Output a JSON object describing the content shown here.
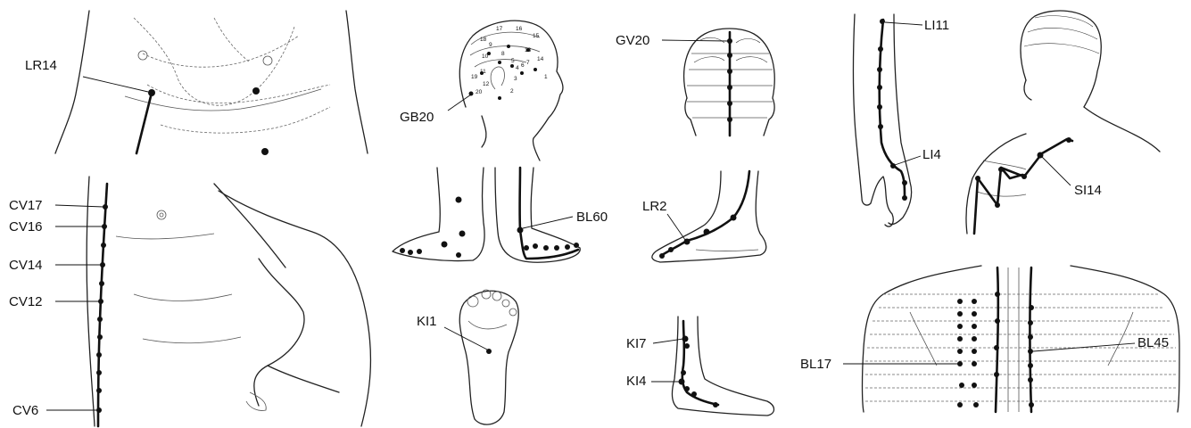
{
  "labels": {
    "lr14": "LR14",
    "cv17": "CV17",
    "cv16": "CV16",
    "cv14": "CV14",
    "cv12": "CV12",
    "cv6": "CV6",
    "gb20": "GB20",
    "gv20": "GV20",
    "bl60": "BL60",
    "lr2": "LR2",
    "ki1": "KI1",
    "ki7": "KI7",
    "ki4": "KI4",
    "li11": "LI11",
    "li4": "LI4",
    "si14": "SI14",
    "bl45": "BL45",
    "bl17": "BL17"
  },
  "head_numbers": [
    "1",
    "2",
    "3",
    "4",
    "5",
    "6",
    "7",
    "8",
    "9",
    "10",
    "11",
    "12",
    "13",
    "14",
    "15",
    "16",
    "17",
    "18",
    "19",
    "20"
  ]
}
